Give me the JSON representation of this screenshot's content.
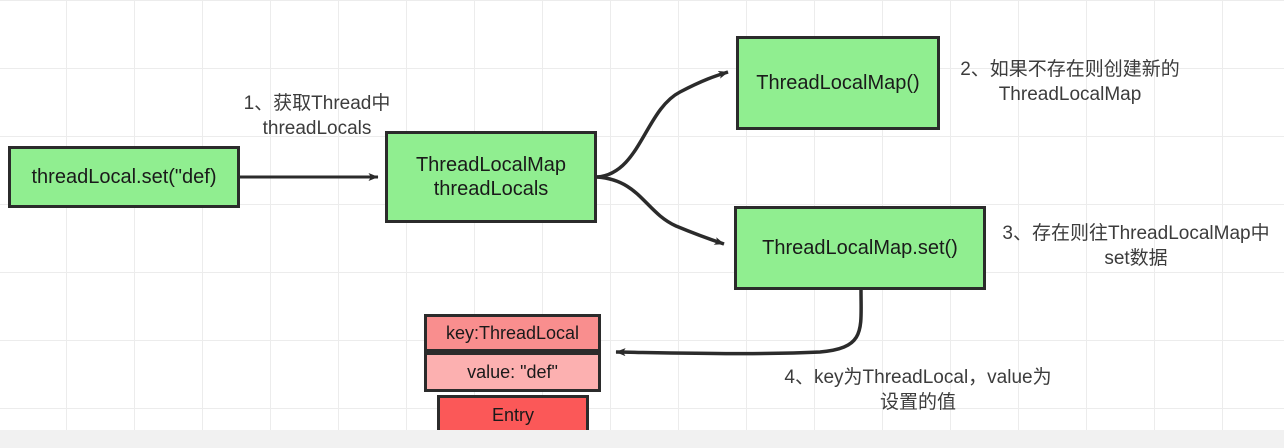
{
  "diagram": {
    "title": "ThreadLocal set flow",
    "colors": {
      "node_green": "#90ee90",
      "entry_key": "#f98e8e",
      "entry_value": "#fcb0b0",
      "entry_label": "#fb5858",
      "border": "#2b2b2b",
      "grid": "#ececec",
      "text": "#1a1a1a",
      "annotation_text": "#3c3c3c"
    },
    "nodes": {
      "set_call": "threadLocal.set(\"def)",
      "thread_locals": "ThreadLocalMap\nthreadLocals",
      "new_map": "ThreadLocalMap()",
      "map_set": "ThreadLocalMap.set()"
    },
    "entry": {
      "key_row": "key:ThreadLocal",
      "value_row": "value: \"def\"",
      "type_row": "Entry"
    },
    "annotations": {
      "step1": "1、获取Thread中\nthreadLocals",
      "step2": "2、如果不存在则创建新的\nThreadLocalMap",
      "step3": "3、存在则往ThreadLocalMap中\nset数据",
      "step4": "4、key为ThreadLocal，value为\n设置的值"
    }
  }
}
